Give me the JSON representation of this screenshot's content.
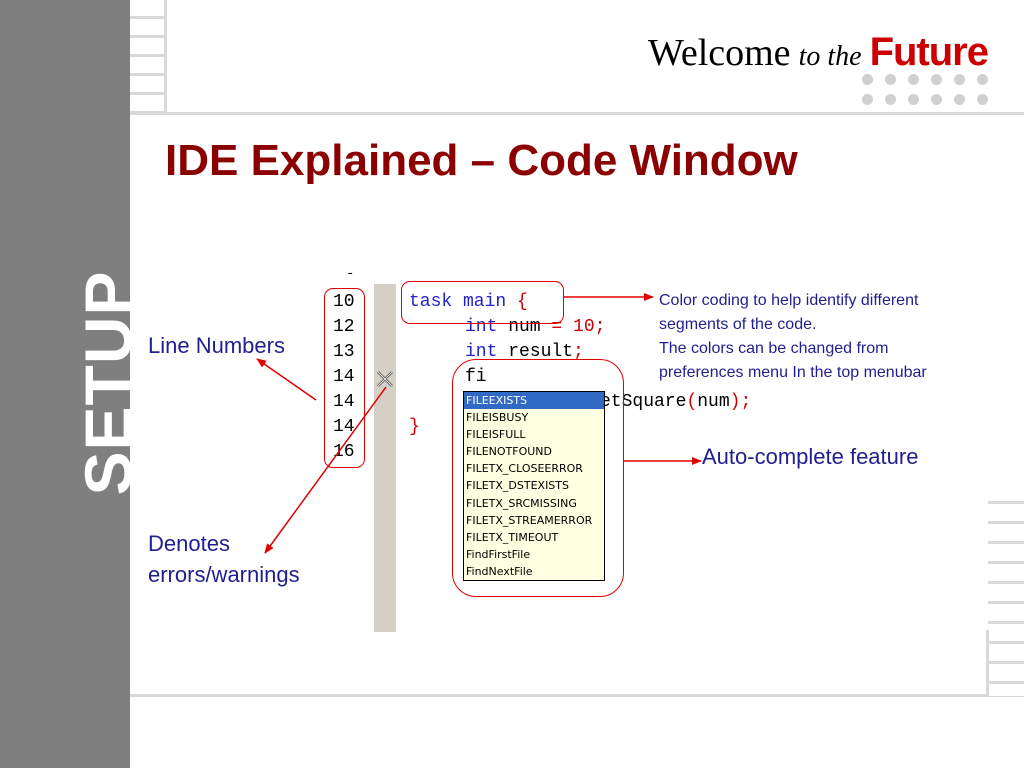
{
  "slide": {
    "title": "IDE Explained – Code Window",
    "sidebar_label": "SETUP",
    "brand": {
      "welcome": "Welcome",
      "to_the": "to the",
      "future": "Future",
      "future_color": "#cc0000"
    }
  },
  "code_window": {
    "line_numbers": [
      "10",
      "12",
      "13",
      "14",
      "14",
      "14",
      "16"
    ],
    "code": {
      "line1": {
        "kw": "task main",
        "brace": "{"
      },
      "line2": {
        "kw": "int",
        "rest": " num ",
        "op": "= 10;"
      },
      "line3": {
        "kw": "int",
        "rest": " result",
        "op": ";"
      },
      "line4": {
        "text": "fi"
      },
      "line5": {
        "fragment": "etSquare",
        "paren_open": "(",
        "arg": "num",
        "paren_close": ");"
      },
      "line6": {
        "brace": "}"
      }
    },
    "gutter_icon": "error-warning-x-icon"
  },
  "autocomplete": {
    "selected_index": 0,
    "items": [
      "FILEEXISTS",
      "FILEISBUSY",
      "FILEISFULL",
      "FILENOTFOUND",
      "FILETX_CLOSEERROR",
      "FILETX_DSTEXISTS",
      "FILETX_SRCMISSING",
      "FILETX_STREAMERROR",
      "FILETX_TIMEOUT",
      "FindFirstFile",
      "FindNextFile"
    ]
  },
  "callouts": {
    "color_coding": [
      "Color coding to help identify different",
      "segments of the code.",
      "The colors can be changed from",
      "preferences menu In the top menubar"
    ],
    "autocomplete": "Auto-complete feature",
    "line_numbers": "Line Numbers",
    "denotes": [
      "Denotes",
      "errors/warnings"
    ]
  },
  "colors": {
    "title": "#8b0000",
    "callout_text": "#1f1f8f",
    "annotation_red": "#e00000",
    "keyword_blue": "#2222cc",
    "selection_blue": "#316ac5",
    "tooltip_bg": "#ffffe1",
    "sidebar_gray": "#7f7f7f"
  }
}
